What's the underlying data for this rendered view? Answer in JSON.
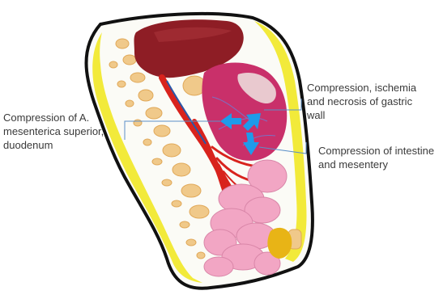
{
  "annotations": {
    "left": {
      "lines": [
        "Compression of A.",
        "mesenterica superior,",
        "duodenum"
      ]
    },
    "top_right": {
      "lines": [
        "Compression, ischemia",
        "and necrosis of gastric",
        "wall"
      ]
    },
    "right": {
      "lines": [
        "Compression of intestine",
        "and mesentery"
      ]
    }
  },
  "colors": {
    "leader_line": "#5b8fc8",
    "arrow": "#1e9bea",
    "outline": "#111111",
    "fat": "#f2ea3a",
    "spine": "#f0c98a",
    "liver": "#8e1d25",
    "stomach": "#c9306a",
    "aorta": "#d8231d",
    "intestine": "#f2a6c4",
    "bladder": "#e8b416"
  }
}
